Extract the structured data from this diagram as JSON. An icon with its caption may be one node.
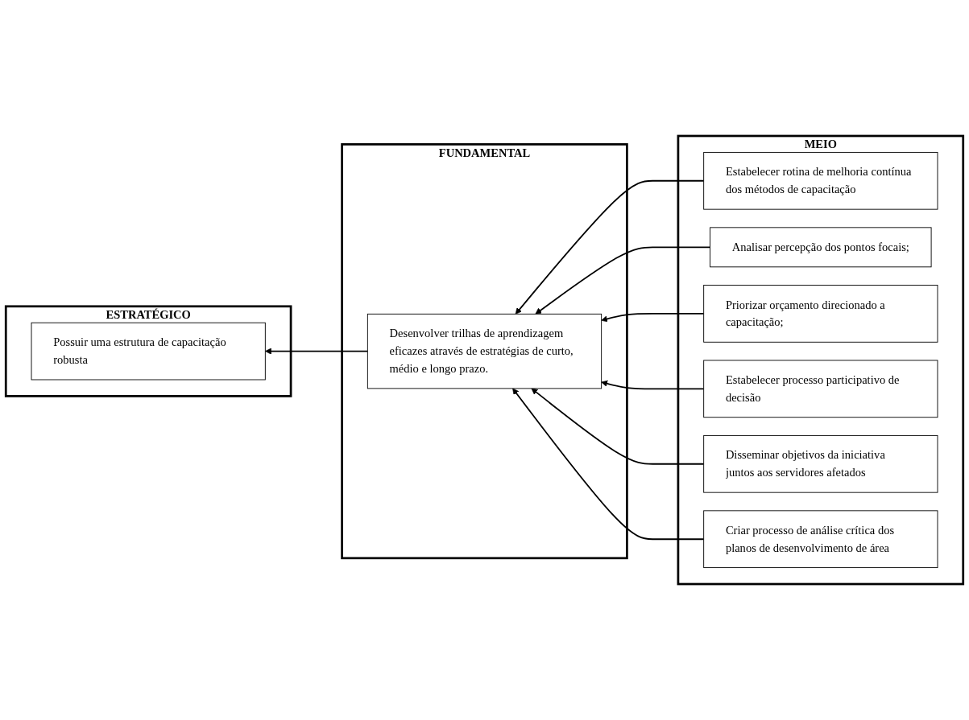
{
  "diagram": {
    "nodes": [
      {
        "text": [
          "ESTRATÉGICO"
        ]
      },
      {
        "text": [
          "Possuir uma estrutura de capacitação robusta"
        ],
        "in": 0
      },
      {
        "text": [
          "FUNDAMENTAL"
        ]
      },
      {
        "text": [
          "Desenvolver trilhas de aprendizagem eficazes através de estratégias de curto, médio e longo prazo."
        ],
        "in": 2
      },
      {
        "text": [
          "MEIO"
        ]
      },
      {
        "text": [
          "Estabelecer rotina de melhoria contínua dos métodos de capacitação"
        ],
        "in": 4
      },
      {
        "text": [
          "Analisar percepção dos pontos focais;"
        ],
        "in": 4
      },
      {
        "text": [
          "Priorizar orçamento direcionado a capacitação;"
        ],
        "in": 4
      },
      {
        "text": [
          "Estabelecer processo participativo de decisão"
        ],
        "in": 4
      },
      {
        "text": [
          "Disseminar objetivos da iniciativa juntos aos servidores afetados"
        ],
        "in": 4
      },
      {
        "text": [
          "Criar processo de análise crítica dos planos de desenvolvimento de área"
        ],
        "in": 4
      }
    ],
    "edges": [
      {
        "from": 3,
        "to": 1,
        "arrow": "to"
      },
      {
        "from": 5,
        "to": 3,
        "arrow": "to"
      },
      {
        "from": 6,
        "to": 3,
        "arrow": "to"
      },
      {
        "from": 7,
        "to": 3,
        "arrow": "to"
      },
      {
        "from": 8,
        "to": 3,
        "arrow": "to"
      },
      {
        "from": 9,
        "to": 3,
        "arrow": "to"
      },
      {
        "from": 10,
        "to": 3,
        "arrow": "to"
      }
    ]
  }
}
